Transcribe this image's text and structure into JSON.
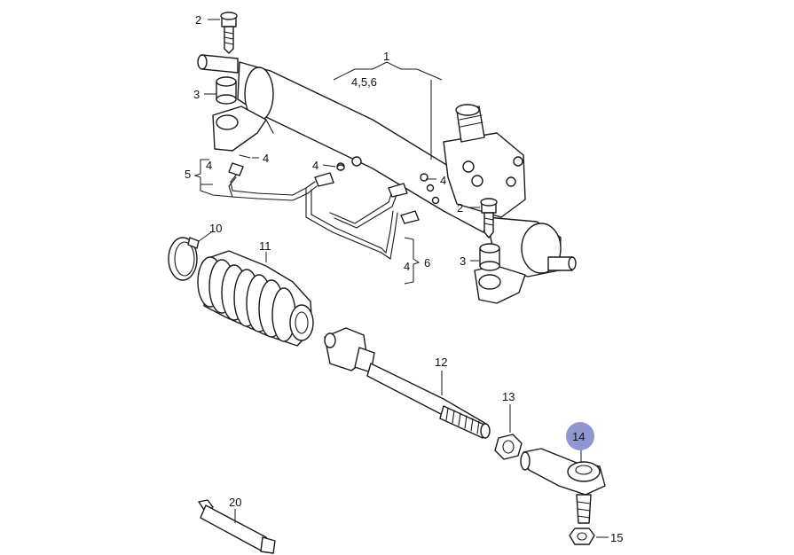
{
  "labels": {
    "p1": "1",
    "p1_sub": "4,5,6",
    "p2_top": "2",
    "p2_mid": "2",
    "p3_top": "3",
    "p3_bot": "3",
    "p4_a": "4",
    "p4_b": "4",
    "p4_c": "4",
    "p4_d": "4",
    "p4_e": "4",
    "p5": "5",
    "p6": "6",
    "p10": "10",
    "p11": "11",
    "p12": "12",
    "p13": "13",
    "p14": "14",
    "p15": "15",
    "p20": "20"
  },
  "colors": {
    "line": "#1a1a1a",
    "highlight": "#8e97d2",
    "background": "#ffffff"
  },
  "highlighted_part": "14"
}
